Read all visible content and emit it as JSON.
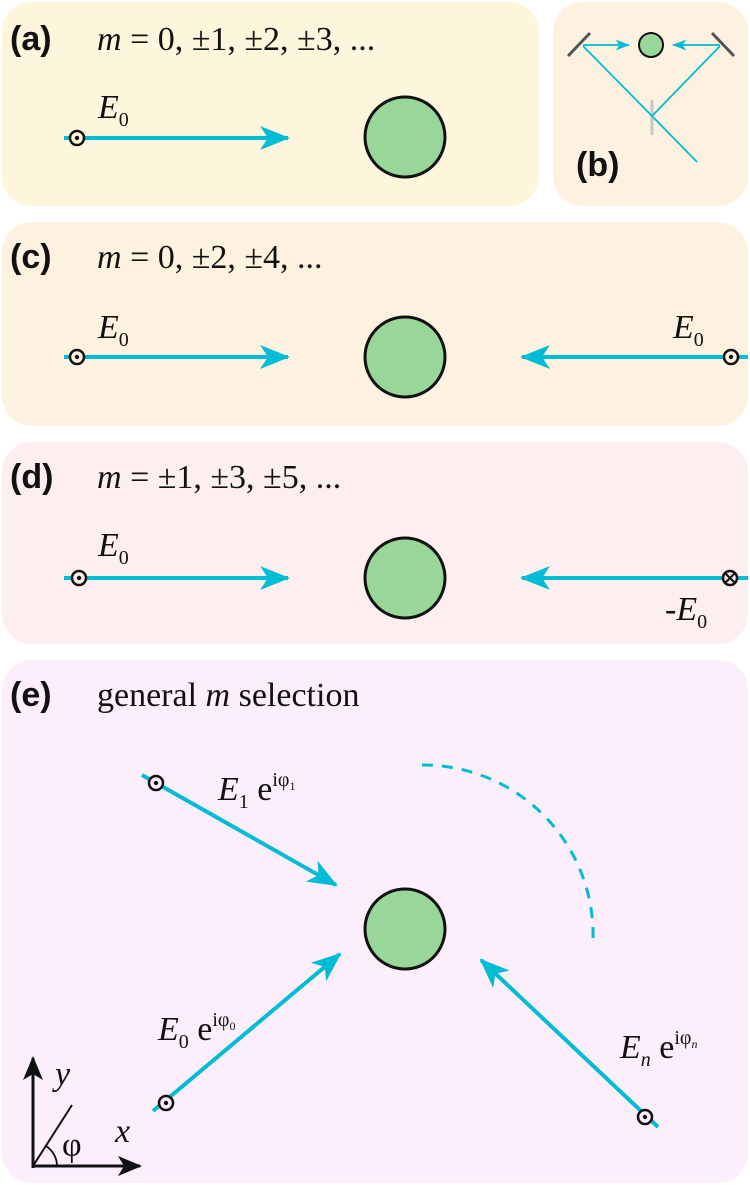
{
  "colors": {
    "panel_a": "#fdf6dc",
    "panel_b": "#fdf2e0",
    "panel_c": "#fdf2e0",
    "panel_d": "#fdeff0",
    "panel_e": "#fdeefb",
    "beam": "#00bcd4",
    "particle": "#98d69a"
  },
  "panels": {
    "a": {
      "label": "(a)",
      "m_symbol": "m",
      "m_values": " = 0, ±1, ±2, ±3, ...",
      "field": "E",
      "field_sub": "0"
    },
    "b": {
      "label": "(b)"
    },
    "c": {
      "label": "(c)",
      "m_symbol": "m",
      "m_values": " = 0, ±2, ±4, ...",
      "field_left": "E",
      "field_left_sub": "0",
      "field_right": "E",
      "field_right_sub": "0"
    },
    "d": {
      "label": "(d)",
      "m_symbol": "m",
      "m_values": " = ±1, ±3, ±5, ...",
      "field_left": "E",
      "field_left_sub": "0",
      "field_right_prefix": "-",
      "field_right": "E",
      "field_right_sub": "0"
    },
    "e": {
      "label": "(e)",
      "title_pre": "general ",
      "title_m": "m",
      "title_post": " selection",
      "beams": [
        {
          "field": "E",
          "sub": "1",
          "exp": "iφ",
          "exp_sub": "1"
        },
        {
          "field": "E",
          "sub": "0",
          "exp": "iφ",
          "exp_sub": "0"
        },
        {
          "field": "E",
          "sub": "n",
          "exp": "iφ",
          "exp_sub": "n"
        }
      ],
      "axes": {
        "x": "x",
        "y": "y",
        "angle": "φ"
      }
    }
  }
}
